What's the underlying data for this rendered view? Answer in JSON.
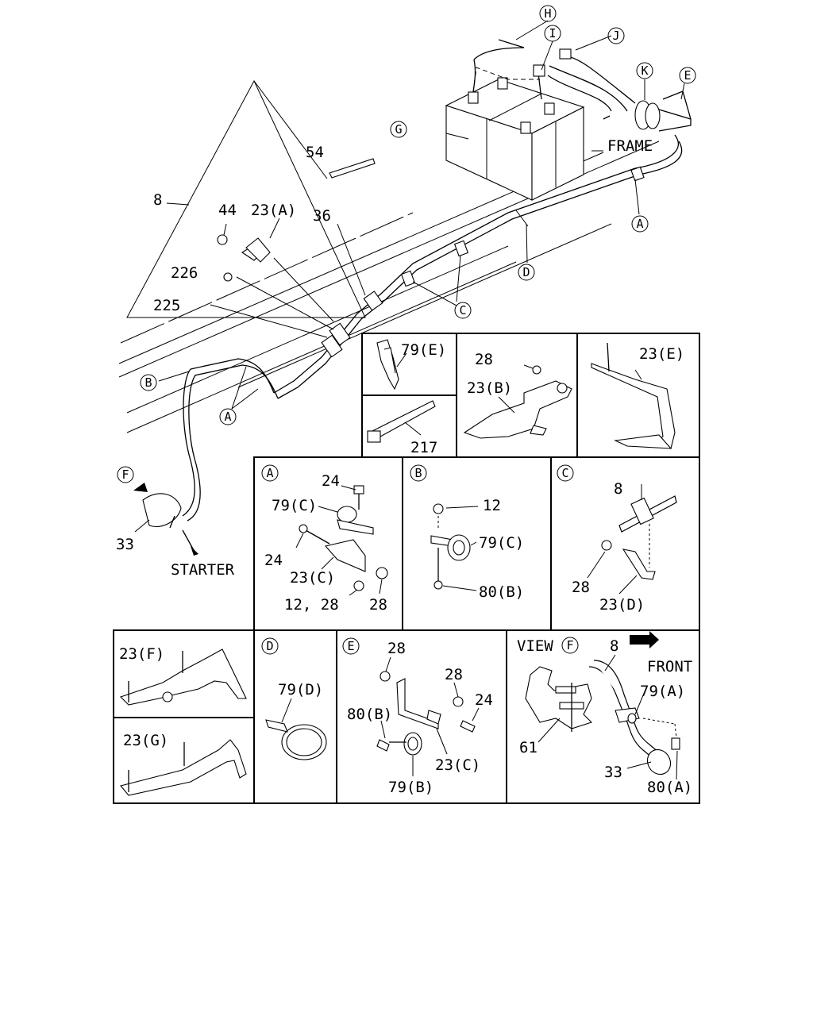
{
  "main": {
    "labels": {
      "l8": "8",
      "l54": "54",
      "l44": "44",
      "l23a": "23(A)",
      "l36": "36",
      "l226": "226",
      "l225": "225",
      "frame": "FRAME",
      "starter": "STARTER",
      "l33": "33"
    },
    "circles": {
      "A": "A",
      "B": "B",
      "C": "C",
      "D": "D",
      "E": "E",
      "F": "F",
      "G": "G",
      "H": "H",
      "I": "I",
      "J": "J",
      "K": "K"
    }
  },
  "detail_79e": {
    "label": "79(E)"
  },
  "detail_217": {
    "label": "217"
  },
  "detail_23b": {
    "label_28": "28",
    "label_23b": "23(B)"
  },
  "detail_23e": {
    "label": "23(E)"
  },
  "detail_a": {
    "letter": "A",
    "l24_top": "24",
    "l79c": "79(C)",
    "l24_left": "24",
    "l23c": "23(C)",
    "l12_28": "12, 28",
    "l28": "28"
  },
  "detail_b": {
    "letter": "B",
    "l12": "12",
    "l79c": "79(C)",
    "l80b": "80(B)"
  },
  "detail_c": {
    "letter": "C",
    "l8": "8",
    "l28": "28",
    "l23d": "23(D)"
  },
  "detail_23f": {
    "label": "23(F)"
  },
  "detail_23g": {
    "label": "23(G)"
  },
  "detail_d": {
    "letter": "D",
    "l79d": "79(D)"
  },
  "detail_e": {
    "letter": "E",
    "l28_a": "28",
    "l28_b": "28",
    "l24": "24",
    "l80b": "80(B)",
    "l23c": "23(C)",
    "l79b": "79(B)"
  },
  "detail_f": {
    "view": "VIEW",
    "letter": "F",
    "l8": "8",
    "front": "FRONT",
    "l79a": "79(A)",
    "l61": "61",
    "l33": "33",
    "l80a": "80(A)"
  }
}
